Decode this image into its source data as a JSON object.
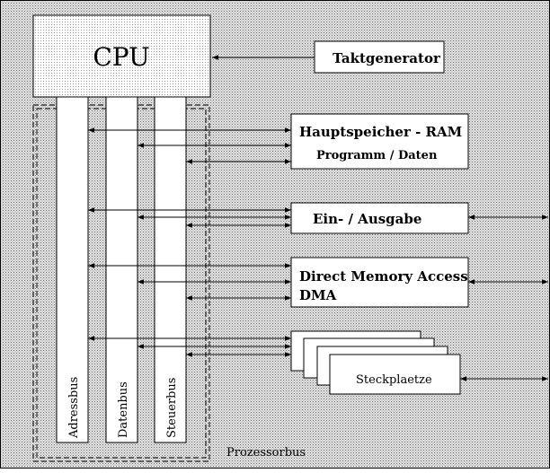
{
  "cpu": {
    "label": "CPU"
  },
  "clock": {
    "label": "Taktgenerator"
  },
  "ram": {
    "line1": "Hauptspeicher - RAM",
    "line2": "Programm / Daten"
  },
  "io": {
    "label": "Ein- / Ausgabe"
  },
  "dma": {
    "line1": "Direct Memory Access",
    "line2": "DMA"
  },
  "slots": {
    "label": "Steckplaetze"
  },
  "buses": {
    "address": "Adressbus",
    "data": "Datenbus",
    "control": "Steuerbus",
    "group": "Prozessorbus"
  },
  "colors": {
    "background_dots": "#6b6b6b",
    "background_base": "#e4e4e4",
    "box_fill": "#ffffff",
    "line": "#000000"
  }
}
